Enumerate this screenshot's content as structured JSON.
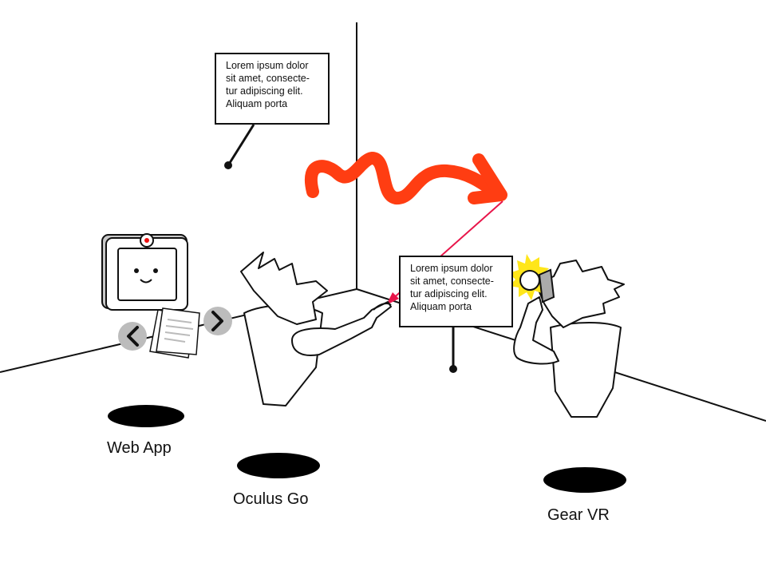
{
  "notes": {
    "top": "Lorem ipsum dolor\nsit amet, consecte-\ntur adipiscing elit.\nAliquam porta",
    "middle": "Lorem ipsum dolor\nsit amet, consecte-\ntur adipiscing elit.\nAliquam porta"
  },
  "labels": {
    "web_app": "Web App",
    "oculus_go": "Oculus Go",
    "gear_vr": "Gear VR"
  },
  "colors": {
    "squiggle": "#ff3d12",
    "laser": "#e8154a",
    "flash": "#ffe61a",
    "ink": "#111111"
  }
}
